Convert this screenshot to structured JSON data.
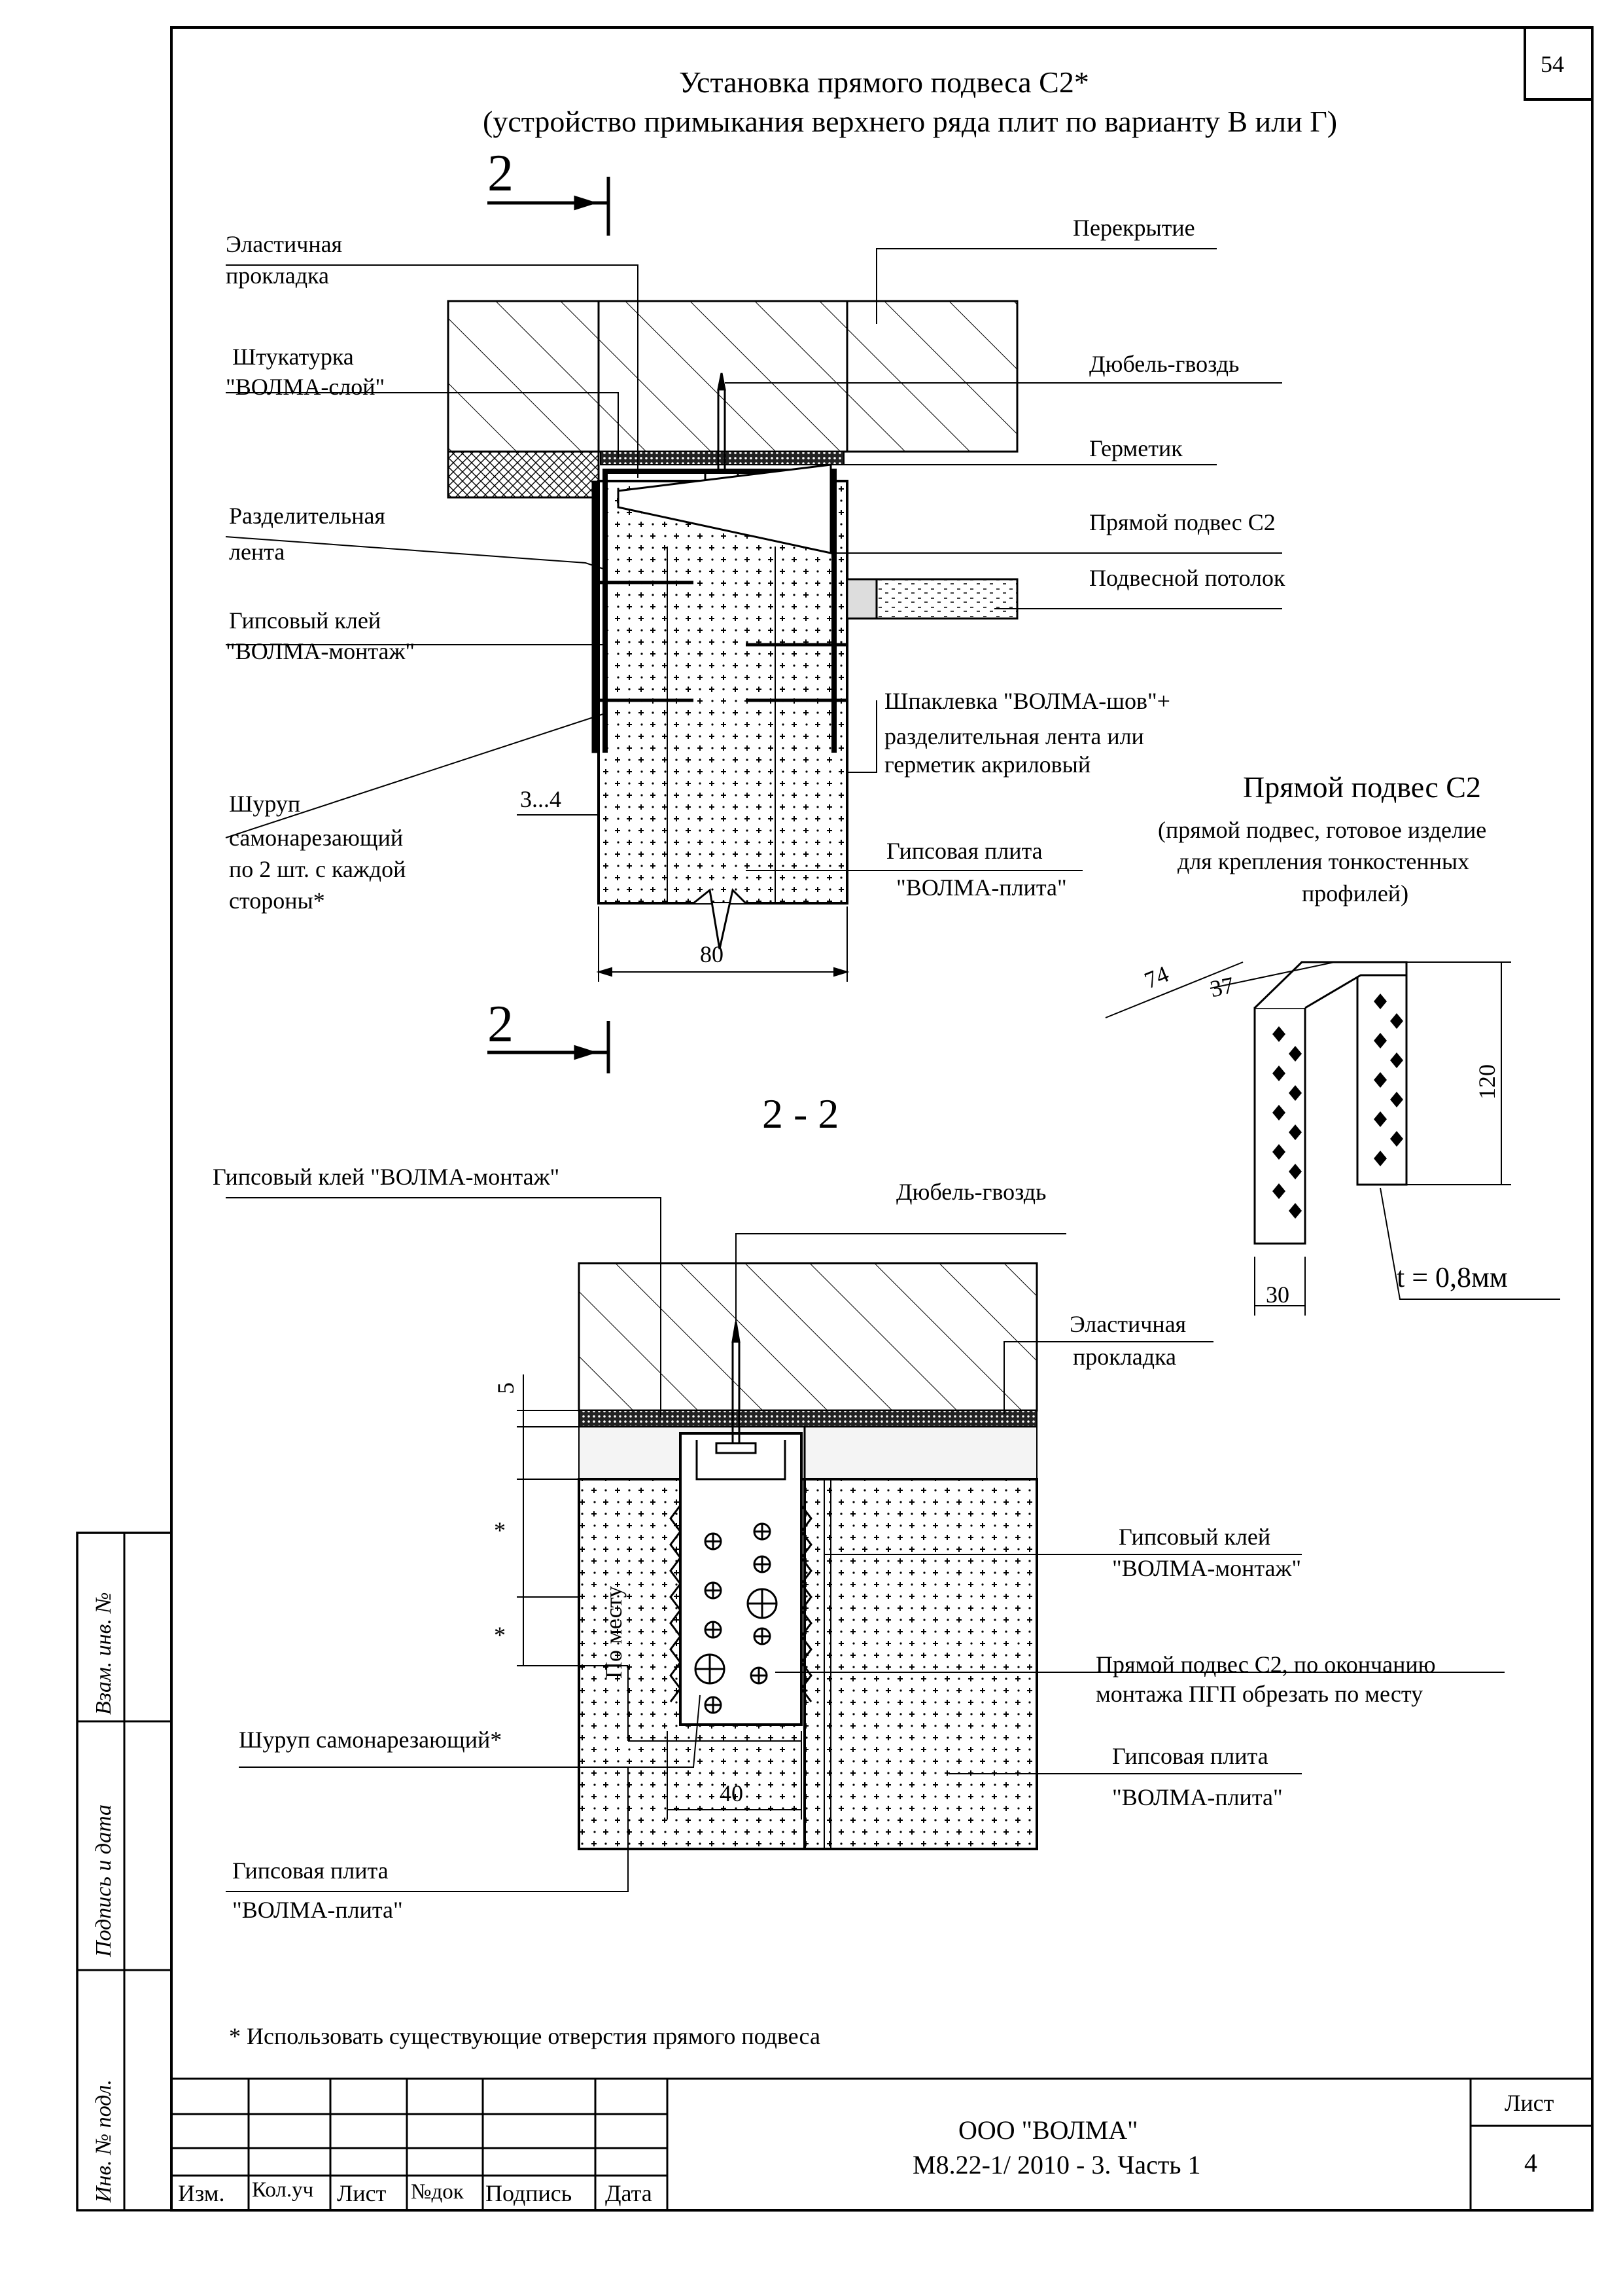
{
  "sheet": {
    "title": "Установка прямого подвеса С2*",
    "subtitle": "(устройство примыкания верхнего ряда плит по варианту В или Г)",
    "page_number": "54"
  },
  "top_view": {
    "section_marker": "2",
    "labels": {
      "elastic_pad": [
        "Эластичная",
        "прокладка"
      ],
      "slab": "Перекрытие",
      "plaster": [
        "Штукатурка",
        "\"ВОЛМА-слой\""
      ],
      "dowel": "Дюбель-гвоздь",
      "sealant": "Герметик",
      "separating_tape": [
        "Разделительная",
        "лента"
      ],
      "hanger": "Прямой подвес С2",
      "ceiling": "Подвесной потолок",
      "glue": [
        "Гипсовый клей",
        "\"ВОЛМА-монтаж\""
      ],
      "putty": [
        "Шпаклевка \"ВОЛМА-шов\"+",
        "разделительная лента или",
        "герметик акриловый"
      ],
      "screw": [
        "Шуруп",
        "самонарезающий",
        "по 2 шт. с каждой",
        "стороны*"
      ],
      "gap_dim": "3...4",
      "board": [
        "Гипсовая плита",
        "\"ВОЛМА-плита\""
      ],
      "width_dim": "80"
    }
  },
  "hanger_detail": {
    "title": "Прямой подвес С2",
    "description": [
      "(прямой подвес, готовое изделие",
      "для крепления тонкостенных",
      "профилей)"
    ],
    "dims": {
      "length": "74",
      "flange": "37",
      "height": "120",
      "width": "30"
    },
    "thickness": "t = 0,8мм"
  },
  "section_view": {
    "title": "2 - 2",
    "labels": {
      "glue_top": "Гипсовый клей  \"ВОЛМА-монтаж\"",
      "dowel": "Дюбель-гвоздь",
      "elastic_pad": [
        "Эластичная",
        "прокладка"
      ],
      "glue_right": [
        "Гипсовый клей",
        "\"ВОЛМА-монтаж\""
      ],
      "hanger": [
        "Прямой подвес С2, по окончанию",
        "монтажа ПГП обрезать по месту"
      ],
      "screw": "Шуруп самонарезающий*",
      "board_right": [
        "Гипсовая плита",
        "\"ВОЛМА-плита\""
      ],
      "board_left": [
        "Гипсовая плита",
        "\"ВОЛМА-плита\""
      ],
      "in_place": "По месту",
      "dim_5": "5",
      "dim_star": "*",
      "dim_40": "40"
    }
  },
  "footnote": "* Использовать существующие отверстия прямого подвеса",
  "side_stamp": {
    "replaced_inv": "Взам. инв. №",
    "signature_date": "Подпись и дата",
    "inv_original": "Инв. № подл."
  },
  "title_block": {
    "columns": [
      "Изм.",
      "Кол.уч",
      "Лист",
      "№док",
      "Подпись",
      "Дата"
    ],
    "company": "ООО \"ВОЛМА\"",
    "document": "М8.22-1/ 2010 - 3. Часть 1",
    "sheet_label": "Лист",
    "sheet_number": "4"
  }
}
